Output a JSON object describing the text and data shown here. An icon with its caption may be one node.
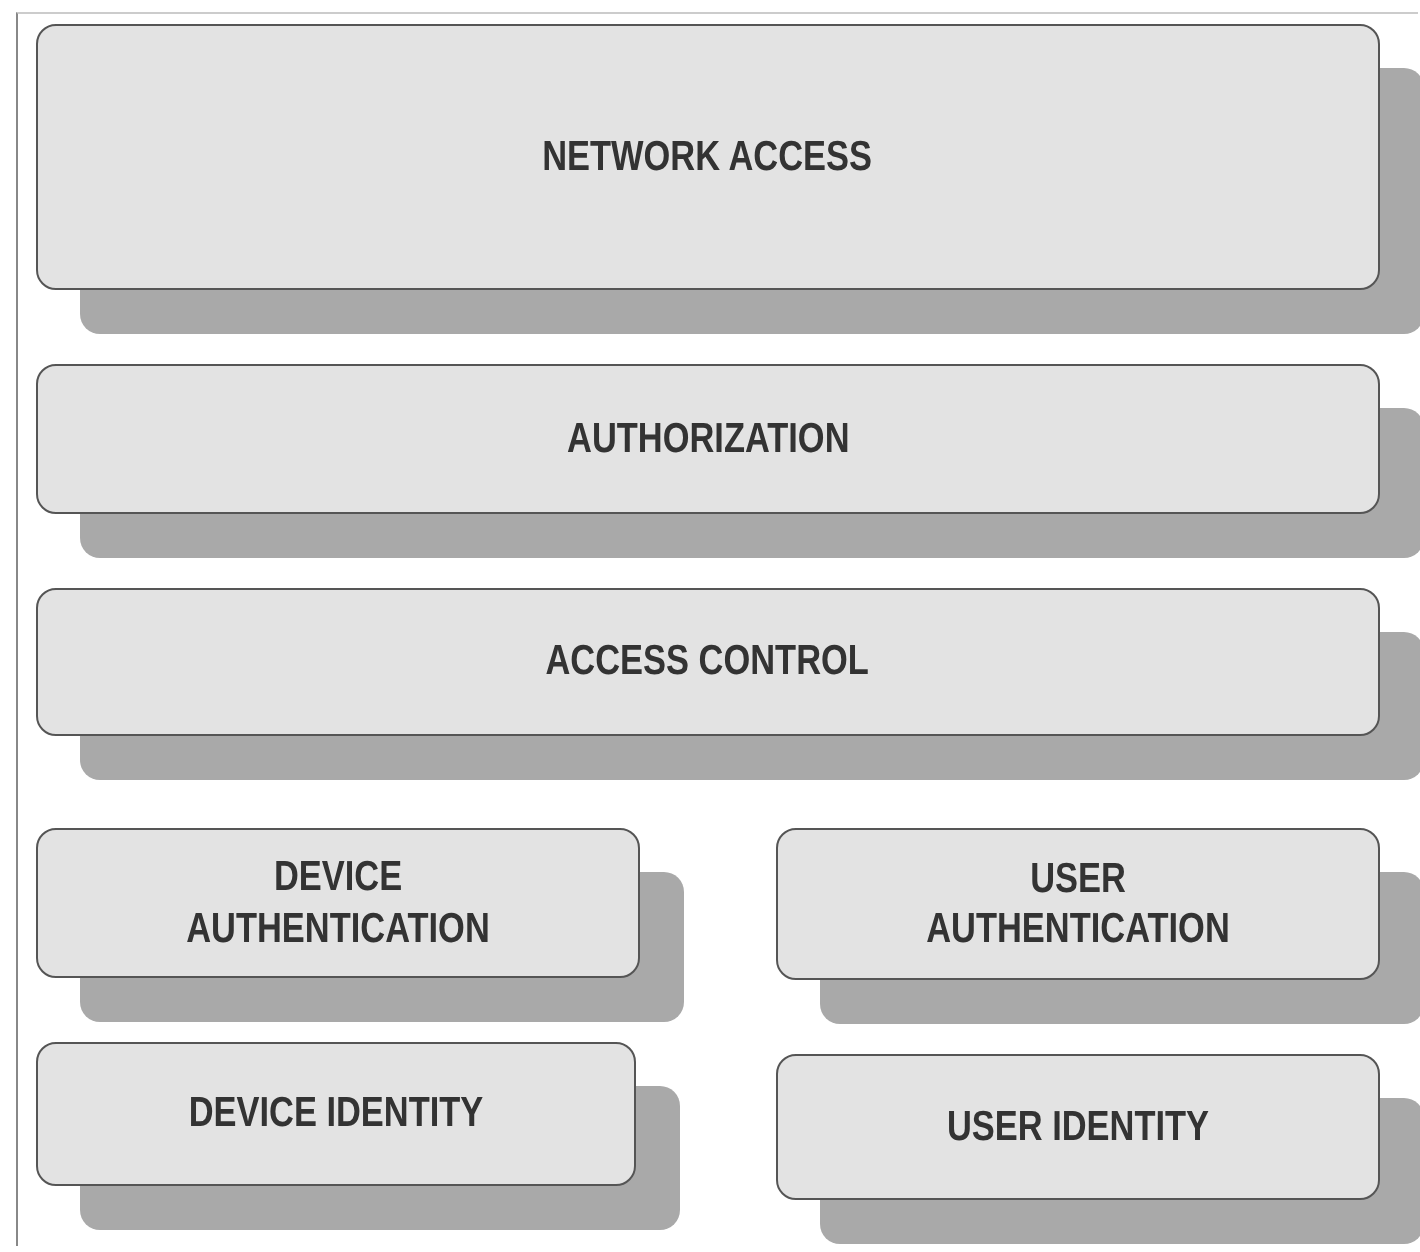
{
  "diagram": {
    "nodes": [
      {
        "text": [
          "NETWORK ACCESS"
        ]
      },
      {
        "text": [
          "AUTHORIZATION"
        ]
      },
      {
        "text": [
          "ACCESS CONTROL"
        ]
      },
      {
        "text": [
          "DEVICE AUTHENTICATION"
        ]
      },
      {
        "text": [
          "USER AUTHENTICATION"
        ]
      },
      {
        "text": [
          "DEVICE IDENTITY"
        ]
      },
      {
        "text": [
          "USER IDENTITY"
        ]
      }
    ]
  }
}
